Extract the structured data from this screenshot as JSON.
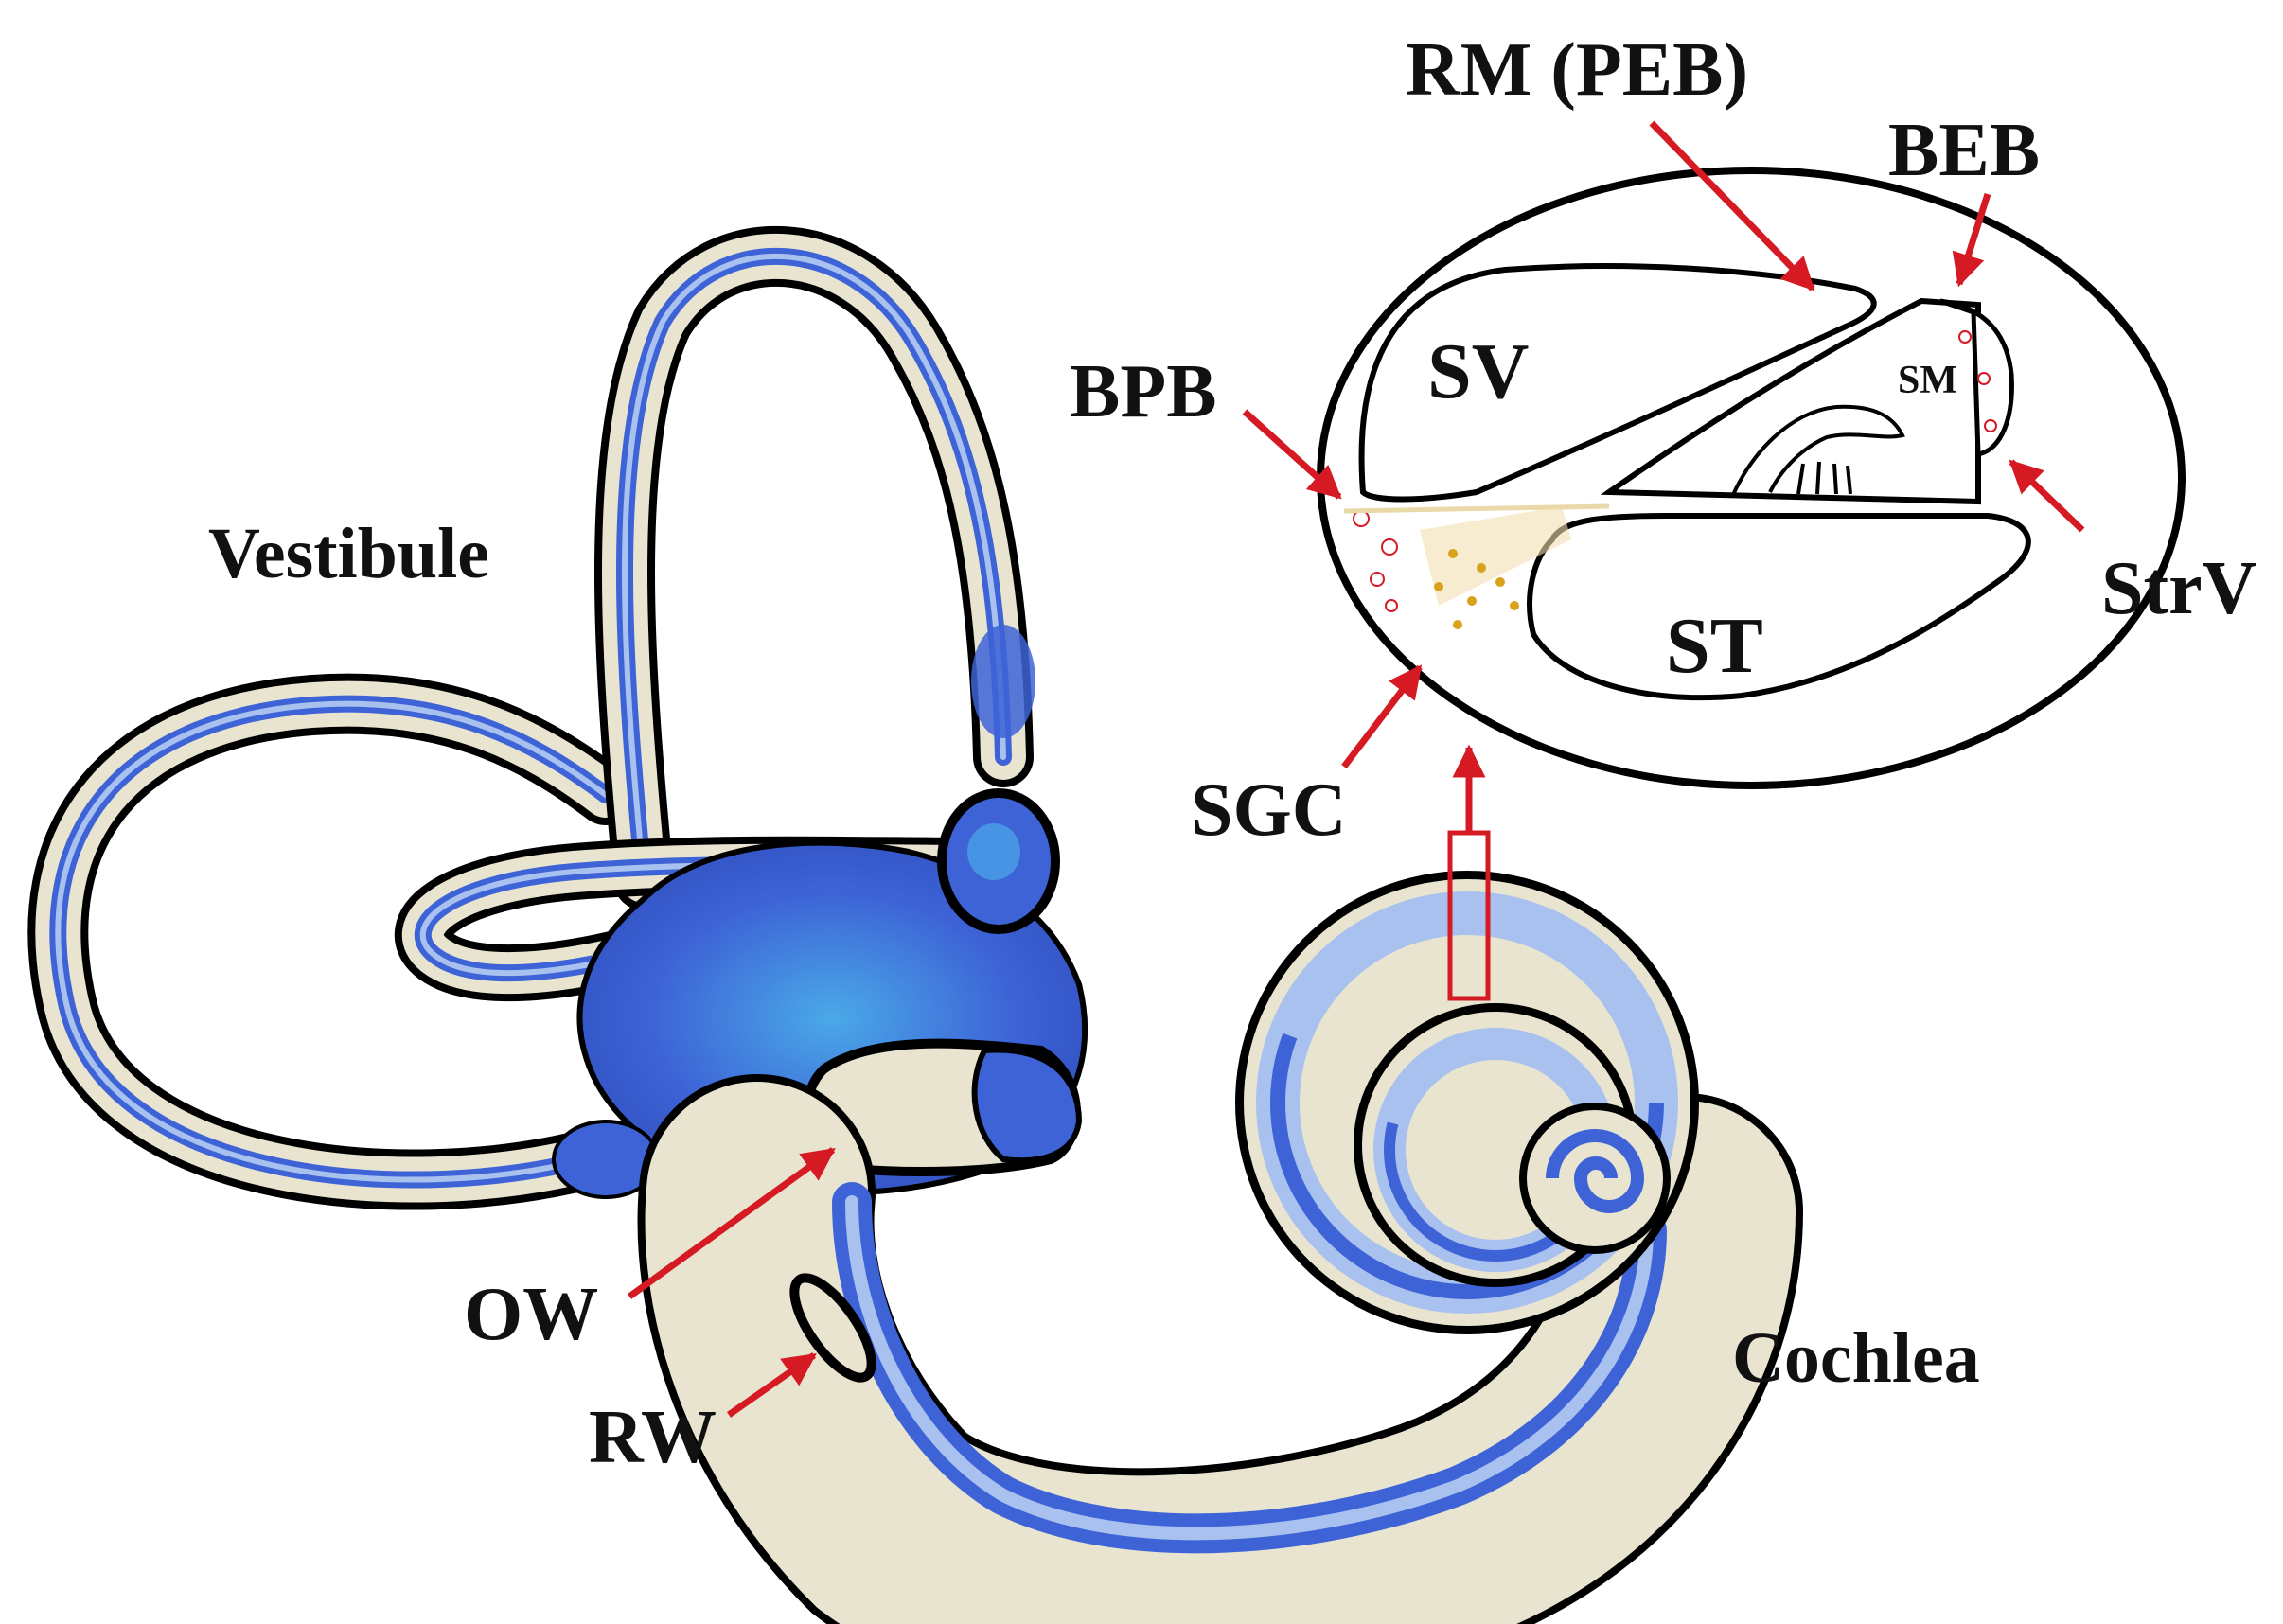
{
  "labels": {
    "vestibule": "Vestibule",
    "cochlea": "Cochlea",
    "ow": "OW",
    "rw": "RW",
    "rm_peb": "RM (PEB)",
    "beb": "BEB",
    "bpb": "BPB",
    "sgc": "SGC",
    "strv": "StrV",
    "sv": "SV",
    "sm": "SM",
    "st": "ST"
  },
  "colors": {
    "outline": "#000000",
    "bone": "#e8e4cf",
    "fluid_blue": "#3d63d6",
    "fluid_light": "#a9c1ef",
    "arrow_red": "#d51a23",
    "ganglion": "#d9a21a"
  }
}
